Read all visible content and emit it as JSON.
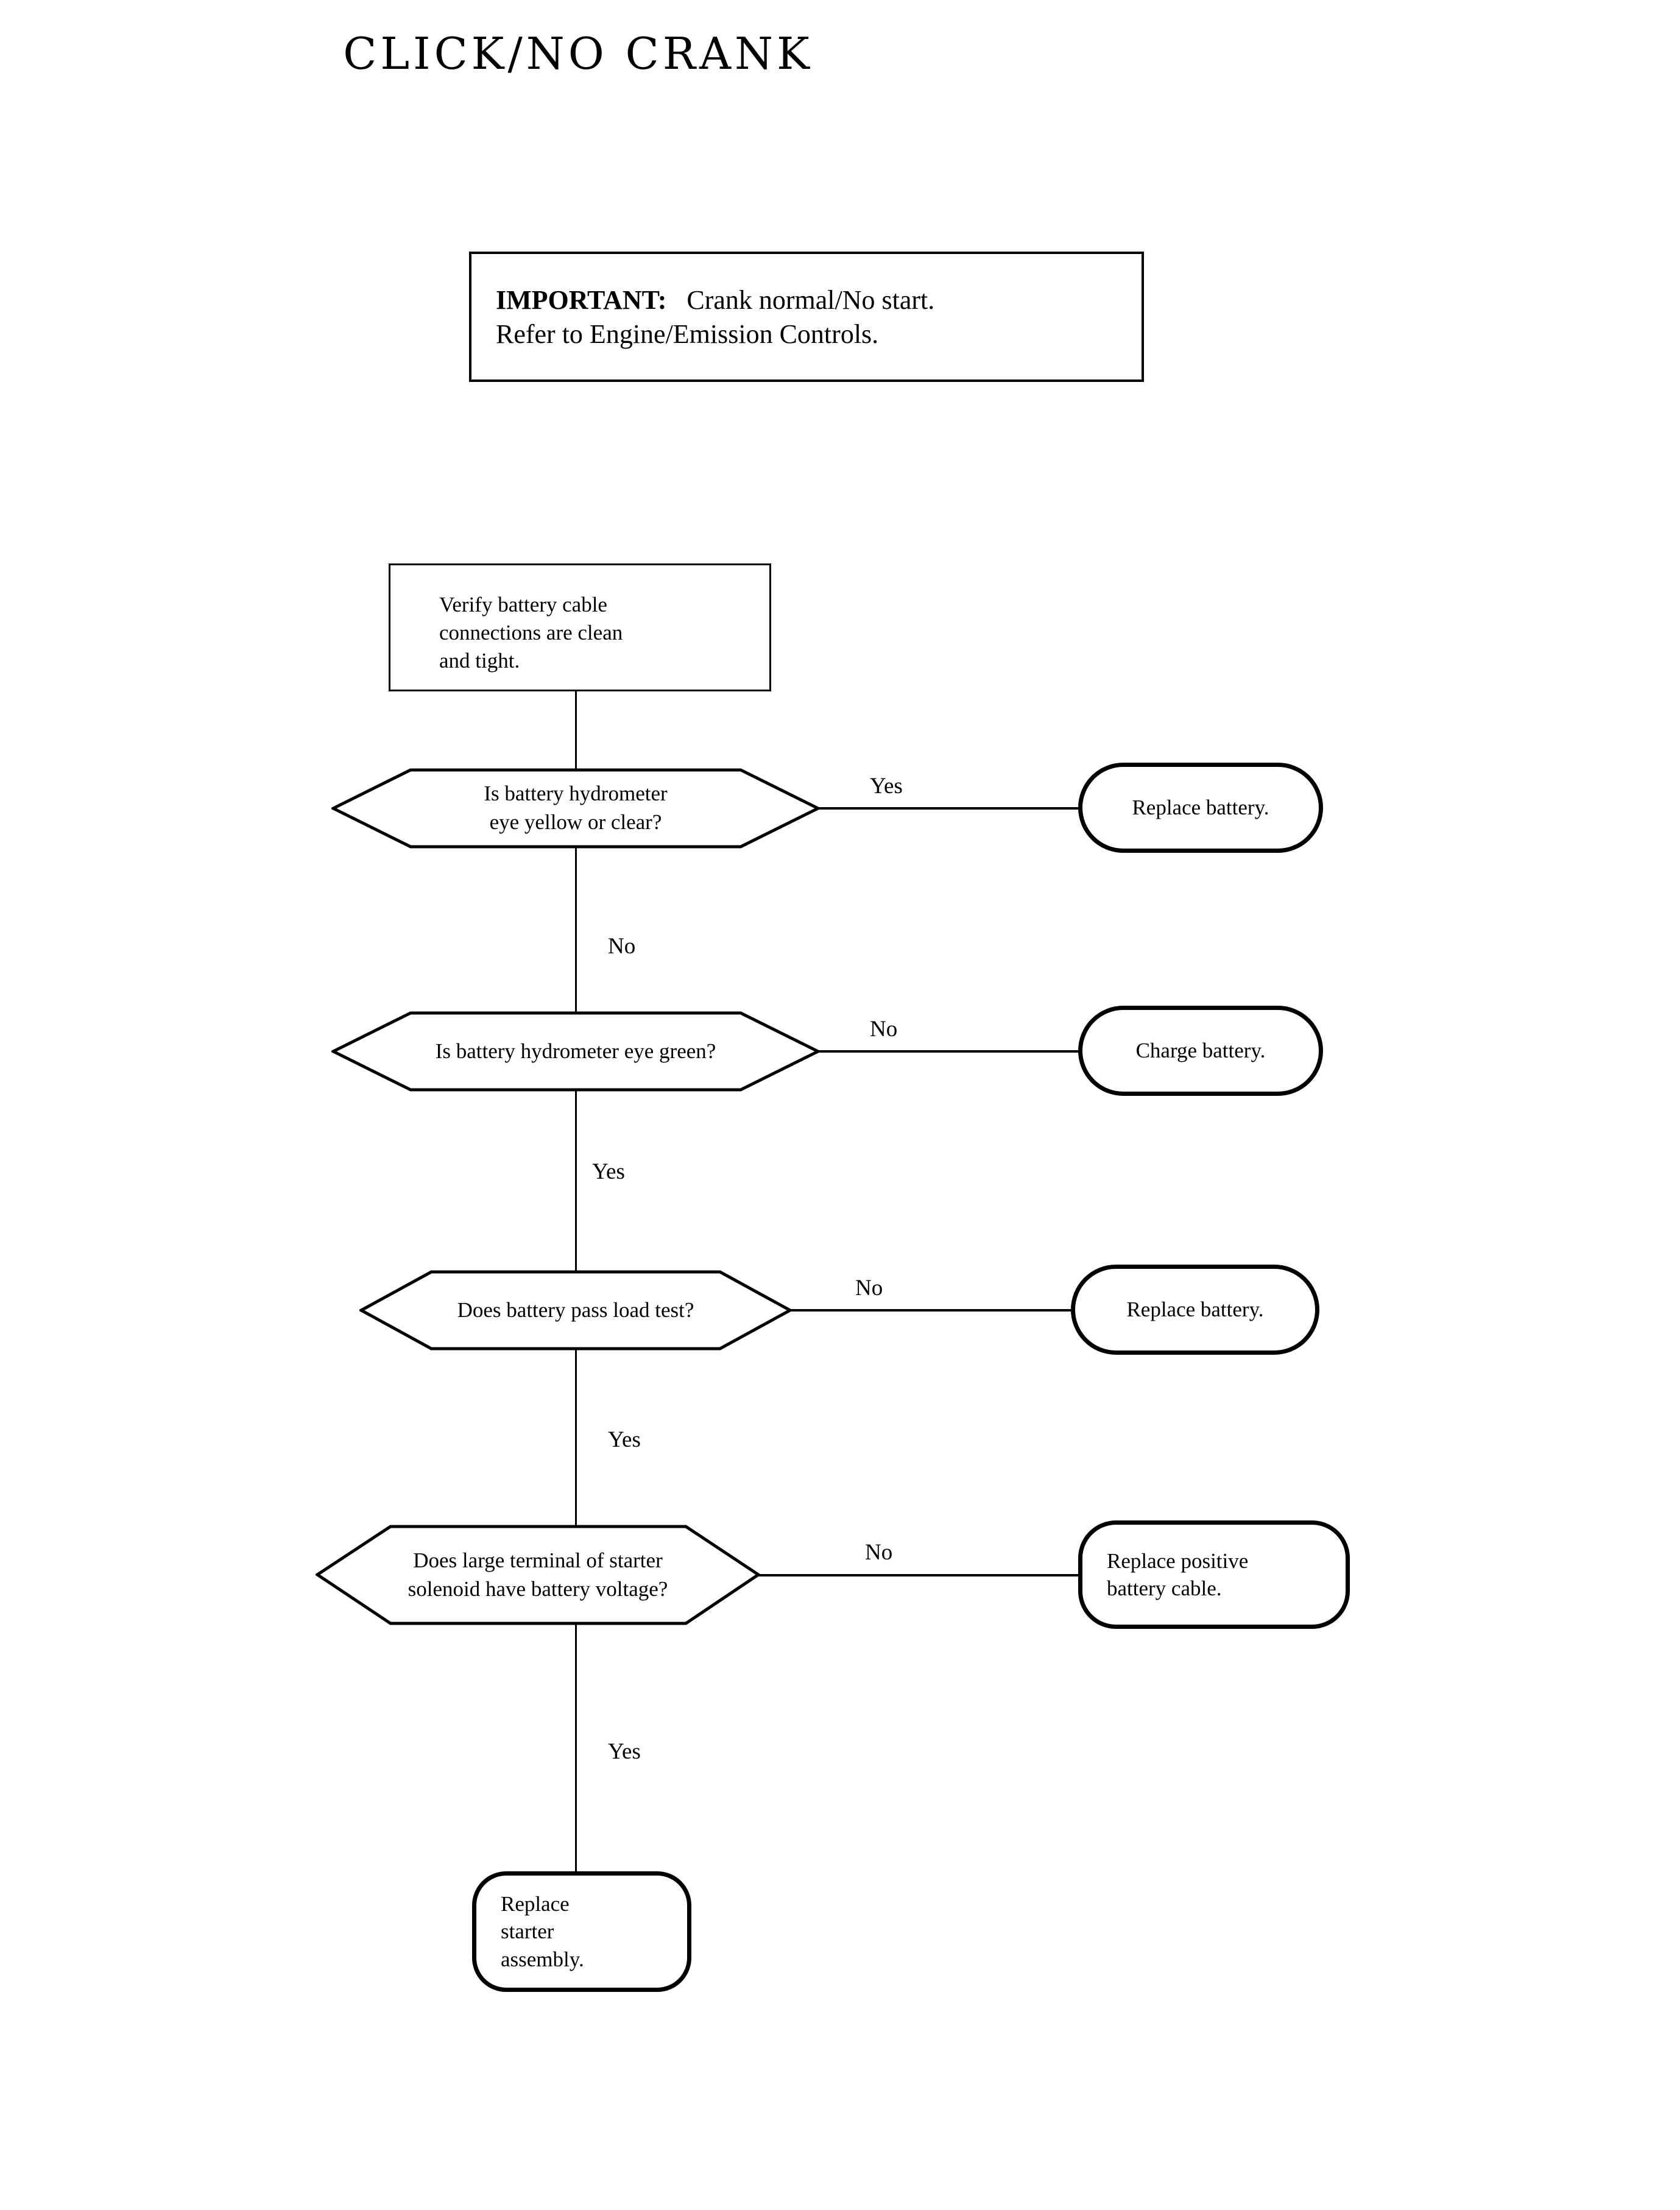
{
  "page": {
    "title": "CLICK/NO CRANK",
    "background_color": "#ffffff",
    "line_color": "#000000",
    "text_color": "#000000"
  },
  "important_note": {
    "label": "IMPORTANT:",
    "line1": "Crank normal/No start.",
    "line2": "Refer to Engine/Emission Controls."
  },
  "flow": {
    "start": {
      "shape": "process",
      "line1": "Verify battery cable",
      "line2": "connections are clean",
      "line3": "and tight."
    },
    "decisions": [
      {
        "id": "hydrometer-yellow-clear",
        "shape": "decision",
        "line1": "Is battery hydrometer",
        "line2": "eye yellow or clear?",
        "branch_label": "Yes",
        "down_label": "No"
      },
      {
        "id": "hydrometer-green",
        "shape": "decision",
        "line1": "Is battery hydrometer eye green?",
        "line2": "",
        "branch_label": "No",
        "down_label": "Yes"
      },
      {
        "id": "battery-load-test",
        "shape": "decision",
        "line1": "Does battery pass load test?",
        "line2": "",
        "branch_label": "No",
        "down_label": "Yes"
      },
      {
        "id": "solenoid-voltage",
        "shape": "decision",
        "line1": "Does large terminal of starter",
        "line2": "solenoid have battery voltage?",
        "branch_label": "No",
        "down_label": "Yes"
      }
    ],
    "terminators": [
      {
        "id": "replace-battery-1",
        "shape": "terminator",
        "line1": "Replace battery.",
        "line2": "",
        "line3": ""
      },
      {
        "id": "charge-battery",
        "shape": "terminator",
        "line1": "Charge battery.",
        "line2": "",
        "line3": ""
      },
      {
        "id": "replace-battery-2",
        "shape": "terminator",
        "line1": "Replace battery.",
        "line2": "",
        "line3": ""
      },
      {
        "id": "replace-pos-cable",
        "shape": "terminator",
        "line1": "Replace positive",
        "line2": "battery cable.",
        "line3": ""
      },
      {
        "id": "replace-starter",
        "shape": "terminator",
        "line1": "Replace",
        "line2": "starter",
        "line3": "assembly."
      }
    ]
  }
}
